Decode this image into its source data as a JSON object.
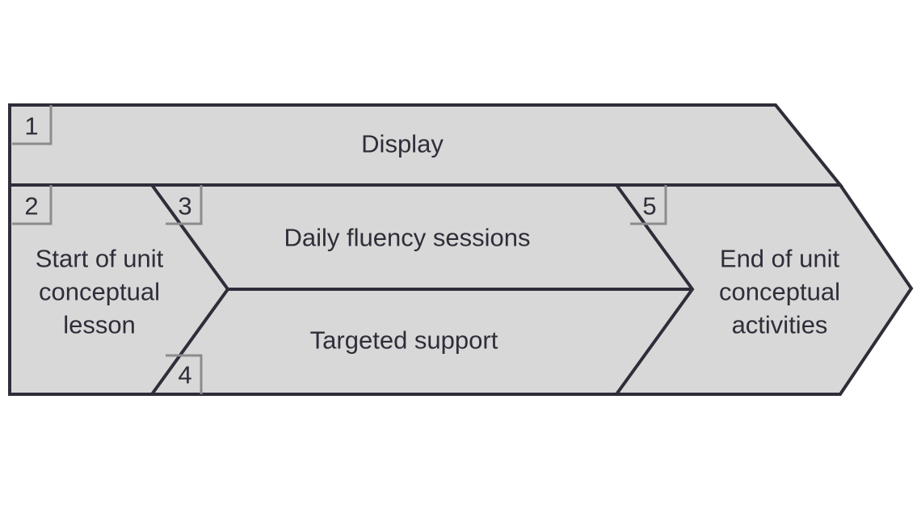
{
  "diagram": {
    "type": "process-arrow-flow",
    "background_color": "#ffffff",
    "shape_fill_color": "#d8d8d8",
    "shape_stroke_color": "#2e2e3a",
    "badge_border_color": "#8c8c8c",
    "text_color": "#2e2e3a",
    "stages": [
      {
        "badge": "1",
        "label": "Display",
        "name": "display"
      },
      {
        "badge": "2",
        "label_lines": [
          "Start of unit",
          "conceptual",
          "lesson"
        ],
        "label": "Start of unit conceptual lesson",
        "name": "start-of-unit-conceptual-lesson"
      },
      {
        "badge": "3",
        "label": "Daily fluency sessions",
        "name": "daily-fluency-sessions"
      },
      {
        "badge": "4",
        "label": "Targeted support",
        "name": "targeted-support"
      },
      {
        "badge": "5",
        "label_lines": [
          "End of unit",
          "conceptual",
          "activities"
        ],
        "label": "End of unit conceptual activities",
        "name": "end-of-unit-conceptual-activities"
      }
    ]
  }
}
